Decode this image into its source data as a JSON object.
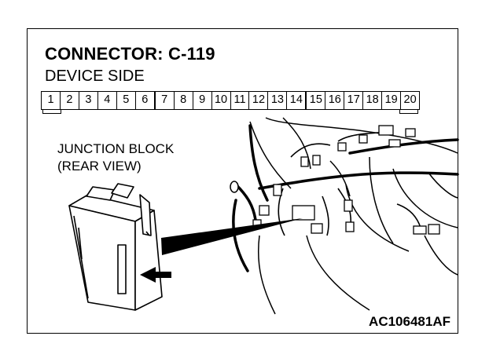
{
  "title": "CONNECTOR: C-119",
  "subtitle": "DEVICE SIDE",
  "pins": [
    "1",
    "2",
    "3",
    "4",
    "5",
    "6",
    "7",
    "8",
    "9",
    "10",
    "11",
    "12",
    "13",
    "14",
    "15",
    "16",
    "17",
    "18",
    "19",
    "20"
  ],
  "label_line1": "JUNCTION BLOCK",
  "label_line2": "(REAR VIEW)",
  "figure_id": "AC106481AF"
}
